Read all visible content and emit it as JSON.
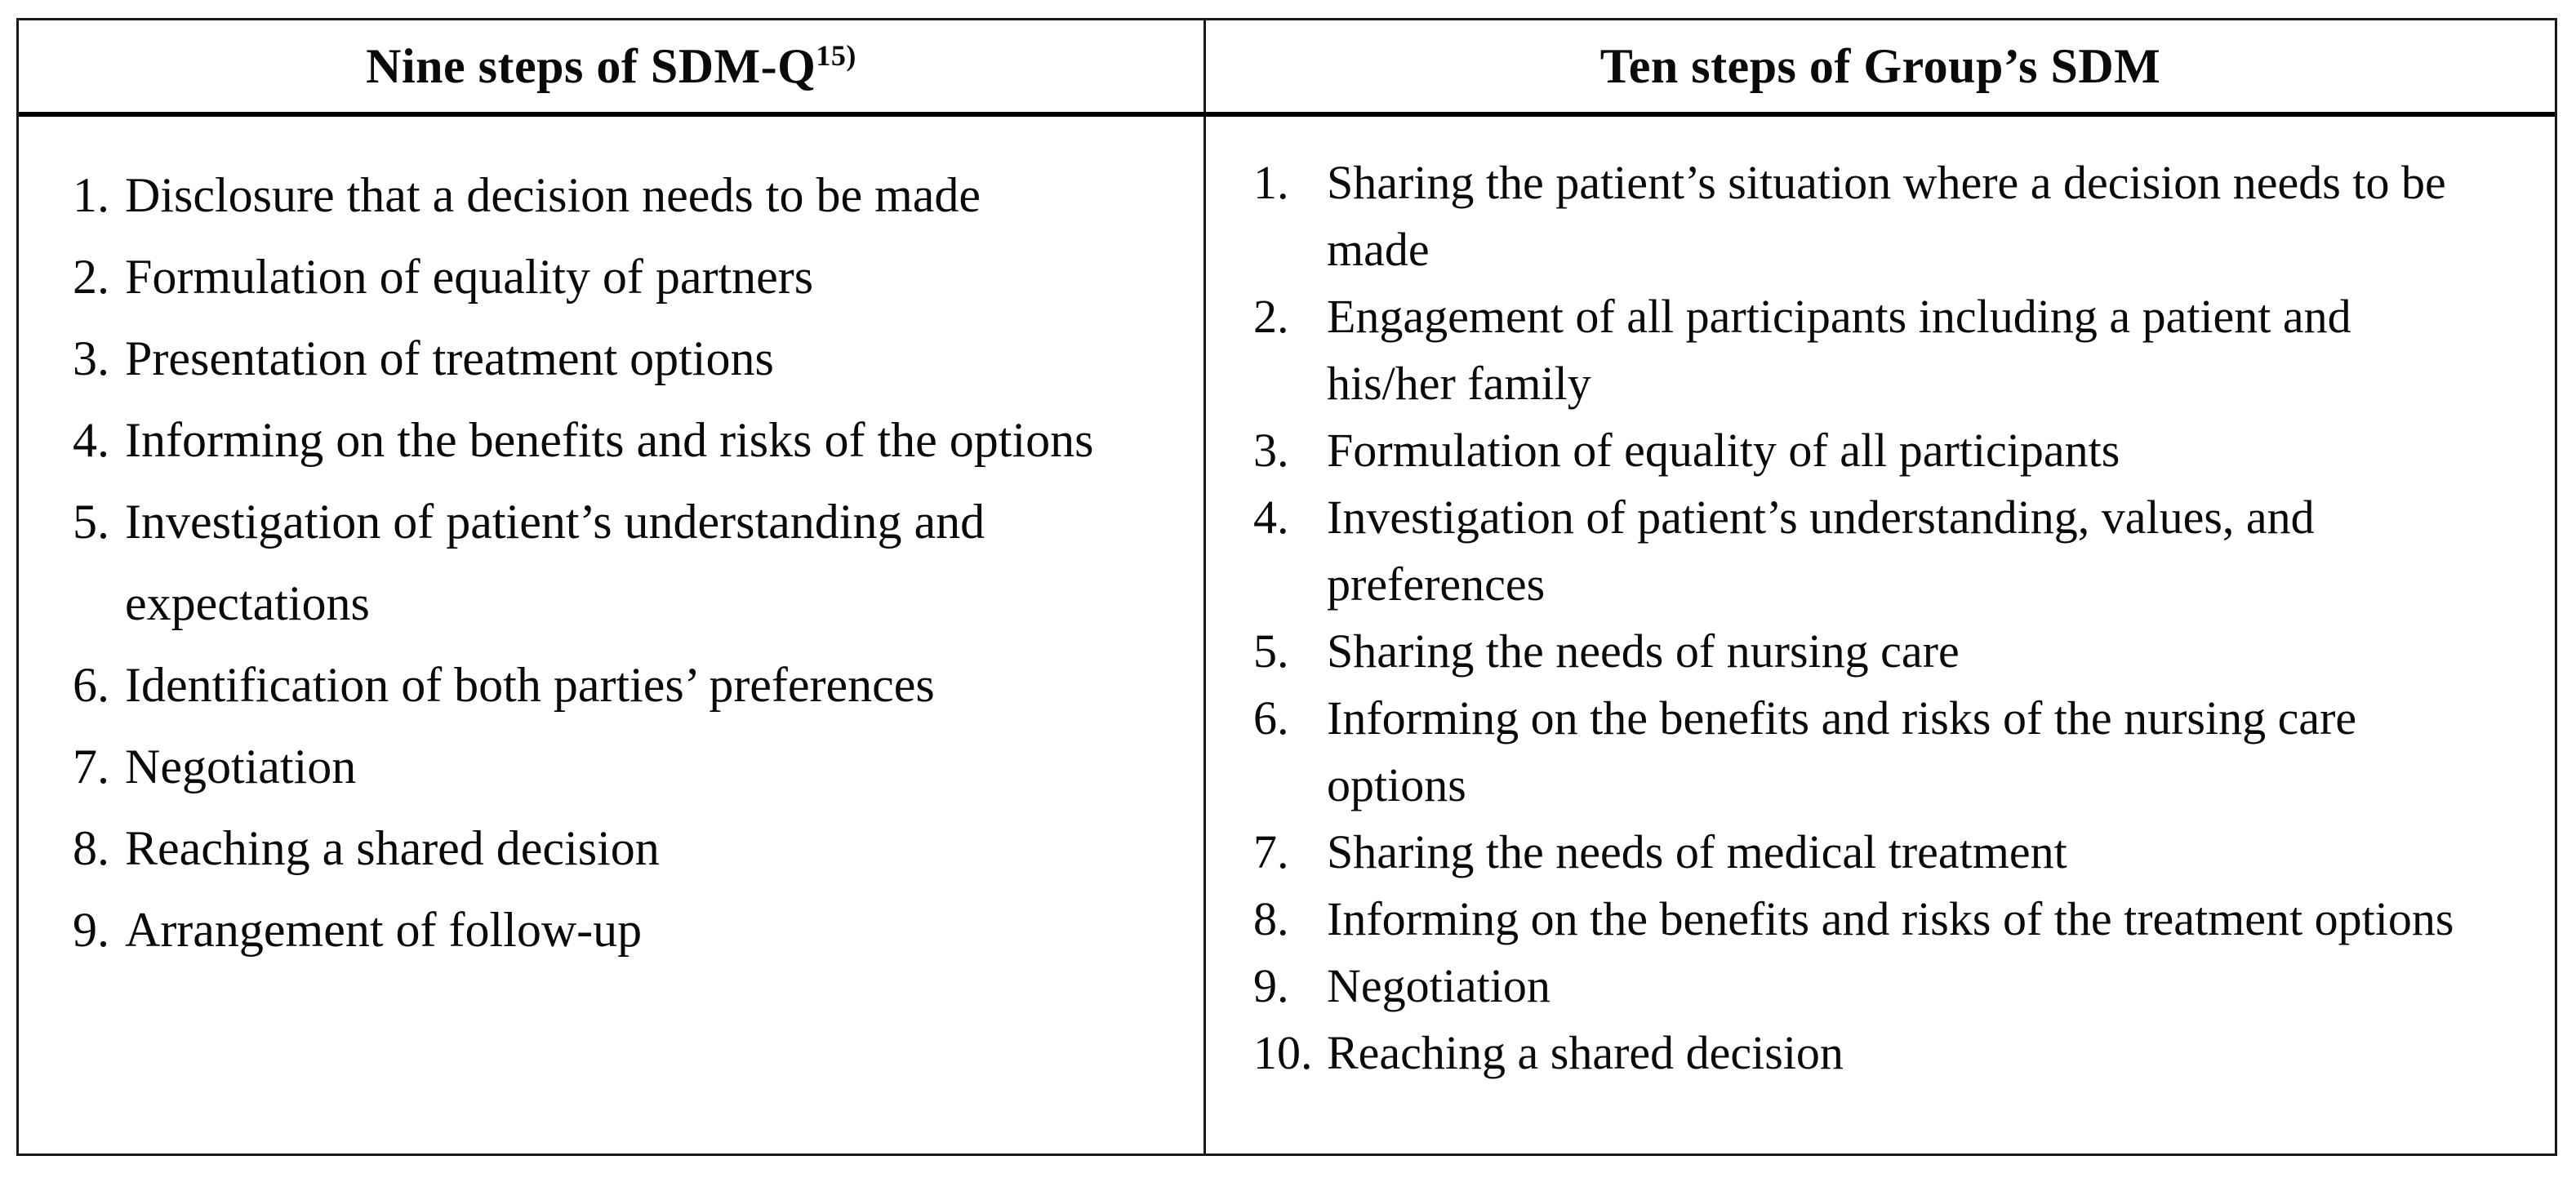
{
  "table": {
    "header": {
      "left": {
        "title": "Nine steps of SDM-Q",
        "superscript": "15)"
      },
      "right": {
        "title": "Ten steps of Group’s SDM"
      }
    },
    "left_items": [
      {
        "num": "1.",
        "text": "Disclosure that a decision needs to be made"
      },
      {
        "num": "2.",
        "text": "Formulation of equality of partners"
      },
      {
        "num": "3.",
        "text": "Presentation of treatment options"
      },
      {
        "num": "4.",
        "text": "Informing on the benefits and risks of the options"
      },
      {
        "num": "5.",
        "text": "Investigation of patient’s understanding and expectations"
      },
      {
        "num": "6.",
        "text": "Identification of both parties’ preferences"
      },
      {
        "num": "7.",
        "text": "Negotiation"
      },
      {
        "num": "8.",
        "text": "Reaching a shared decision"
      },
      {
        "num": "9.",
        "text": "Arrangement of follow-up"
      }
    ],
    "right_items": [
      {
        "num": "1.",
        "text": "Sharing the patient’s situation where a decision needs to be made"
      },
      {
        "num": "2.",
        "text": "Engagement of all participants including a patient and his/her family"
      },
      {
        "num": "3.",
        "text": "Formulation of equality of all participants"
      },
      {
        "num": "4.",
        "text": "Investigation of patient’s understanding, values, and preferences"
      },
      {
        "num": "5.",
        "text": "Sharing the needs of nursing care"
      },
      {
        "num": "6.",
        "text": "Informing on the benefits and risks of the nursing care options"
      },
      {
        "num": "7.",
        "text": "Sharing the needs of medical treatment"
      },
      {
        "num": "8.",
        "text": "Informing on the benefits and risks of the treatment options"
      },
      {
        "num": "9.",
        "text": "Negotiation"
      },
      {
        "num": "10.",
        "text": "Reaching a shared decision"
      }
    ],
    "colors": {
      "text": "#0a0a0a",
      "border": "#1a1a1a",
      "header_rule": "#000000",
      "background": "#ffffff"
    }
  }
}
